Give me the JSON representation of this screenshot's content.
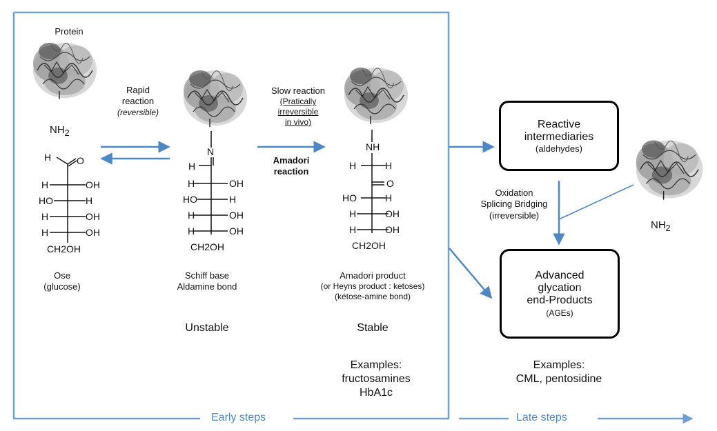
{
  "colors": {
    "arrow": "#4f86c6",
    "frame": "#6f9fd8",
    "box_border": "#000000"
  },
  "icons": [
    "protein-structure-icon"
  ],
  "protein_label": "Protein",
  "nh2": "NH",
  "sub2": "2",
  "rapid": {
    "line1": "Rapid",
    "line2": "reaction",
    "line3": "(reversible)"
  },
  "slow": {
    "line1": "Slow  reaction",
    "line2": "(Pratically",
    "line3": "irreversible",
    "line4": "in vivo)"
  },
  "amadori_reaction": {
    "line1": "Amadori",
    "line2": "reaction"
  },
  "glucose": {
    "rows": [
      {
        "l": "H",
        "r": "OH"
      },
      {
        "l": "HO",
        "r": "H"
      },
      {
        "l": "H",
        "r": "OH"
      },
      {
        "l": "H",
        "r": "OH"
      }
    ],
    "h": "H",
    "o": "O",
    "bottom": "CH2OH",
    "label1": "Ose",
    "label2": "(glucose)"
  },
  "schiff": {
    "n": "N",
    "h": "H",
    "rows": [
      {
        "l": "H",
        "r": "OH"
      },
      {
        "l": "HO",
        "r": "H"
      },
      {
        "l": "H",
        "r": "OH"
      },
      {
        "l": "H",
        "r": "OH"
      }
    ],
    "bottom": "CH2OH",
    "label1": "Schiff base",
    "label2": "Aldamine bond",
    "stability": "Unstable"
  },
  "amadori": {
    "nh": "NH",
    "top": {
      "l": "H",
      "r": "H"
    },
    "o": "O",
    "rows": [
      {
        "l": "HO",
        "r": "H"
      },
      {
        "l": "H",
        "r": "OH"
      },
      {
        "l": "H",
        "r": "OH"
      }
    ],
    "bottom": "CH2OH",
    "label1": "Amadori product",
    "label2": "(or Heyns product : ketoses)",
    "label3": "(kétose-amine bond)",
    "stability": "Stable",
    "examples_title": "Examples:",
    "example1": "fructosamines",
    "example2": "HbA1c"
  },
  "reactive": {
    "line1": "Reactive",
    "line2": "intermediaries",
    "line3": "(aldehydes)"
  },
  "oxidation": {
    "line1": "Oxidation",
    "line2": "Splicing Bridging",
    "line3": "(irreversible)"
  },
  "ages": {
    "line1": "Advanced",
    "line2": "glycation",
    "line3": "end-Products",
    "line4": "(AGEs)"
  },
  "late_examples": {
    "title": "Examples:",
    "list": "CML, pentosidine"
  },
  "early_steps": "Early steps",
  "late_steps": "Late steps"
}
